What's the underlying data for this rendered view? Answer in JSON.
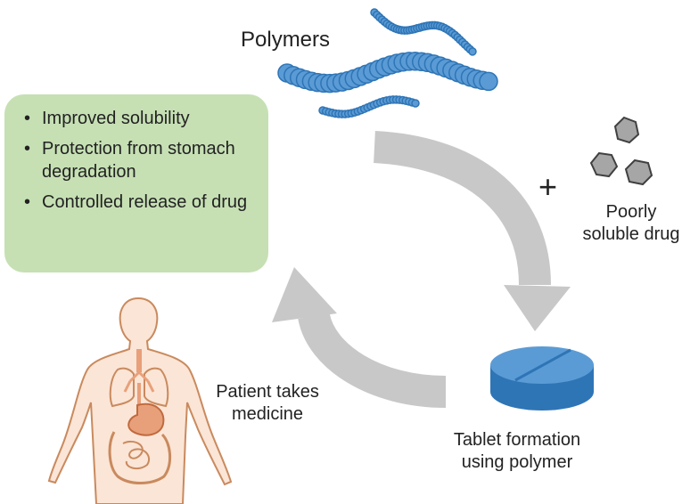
{
  "labels": {
    "polymers": "Polymers",
    "plus": "+",
    "poorly_soluble_drug_line1": "Poorly",
    "poorly_soluble_drug_line2": "soluble drug",
    "tablet_line1": "Tablet formation",
    "tablet_line2": "using polymer",
    "patient_line1": "Patient takes",
    "patient_line2": "medicine"
  },
  "benefits": {
    "items": [
      "Improved solubility",
      "Protection from stomach degradation",
      "Controlled release of drug"
    ]
  },
  "colors": {
    "polymer_bead": "#5b9bd5",
    "polymer_bead_stroke": "#2e75b6",
    "benefits_box": "#c6e0b4",
    "cycle_arrow": "#c8c8c8",
    "drug_hexagon": "#a6a6a6",
    "tablet_top": "#5b9bd5",
    "tablet_side": "#2e75b6",
    "body_skin": "#fbe5d6",
    "body_outline": "#c98a5e",
    "organ": "#e8a07a"
  },
  "icons": {
    "polymers": "polymer-chain-icon",
    "drug": "hexagon-crystal-icon",
    "tablet": "tablet-icon",
    "patient": "human-body-icon"
  }
}
